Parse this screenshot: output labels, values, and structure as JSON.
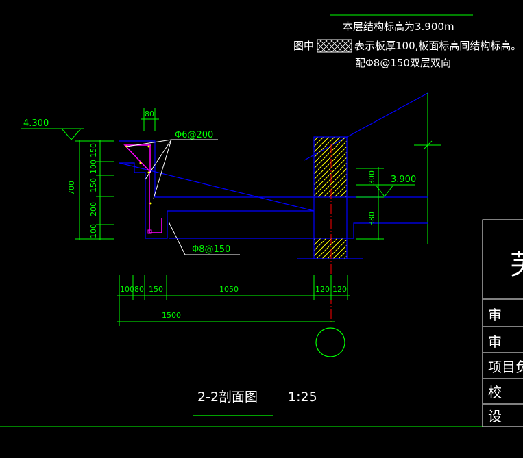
{
  "notes": {
    "header_partial": "",
    "structural_elevation": "本层结构标高为3.900m",
    "legend_prefix": "图中",
    "legend_text": "表示板厚100,板面标高同结构标高。",
    "rebar_note": "配Φ8@150双层双向"
  },
  "levels": {
    "left": "4.300",
    "right": "3.900"
  },
  "rebar": {
    "top": "Φ6@200",
    "bottom": "Φ8@150"
  },
  "dims": {
    "width_80": "80",
    "vertical": [
      "150",
      "100",
      "150",
      "200",
      "100"
    ],
    "total_height": "700",
    "right_upper": "300",
    "right_lower": "380",
    "horizontal": [
      "100",
      "80",
      "150",
      "1050",
      "120",
      "120"
    ],
    "total_width": "1500"
  },
  "section_title": "2-2剖面图",
  "scale": "1:25",
  "title_block": {
    "main_char": "芜",
    "rows": [
      "审",
      "审",
      "项目负",
      "校",
      "设"
    ]
  },
  "colors": {
    "background": "#000000",
    "dimension": "#00ff00",
    "structure": "#0000ff",
    "text": "#ffffff",
    "rebar": "#ff00ff",
    "axis": "#ff0000",
    "hatch": "#ffff00"
  }
}
